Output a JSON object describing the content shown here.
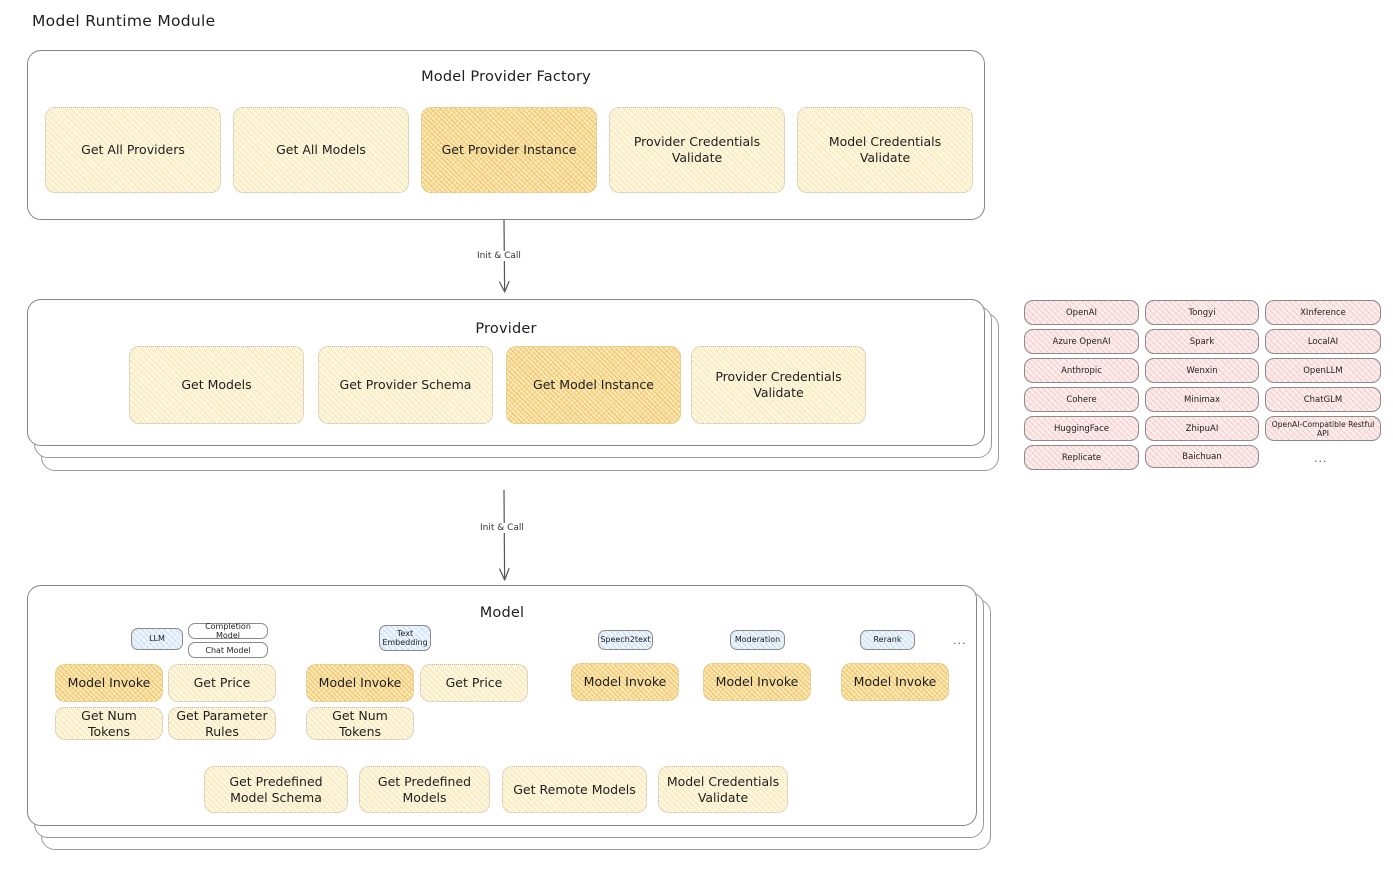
{
  "title": "Model Runtime Module",
  "factory": {
    "title": "Model Provider Factory",
    "boxes": [
      {
        "label": "Get All Providers",
        "highlight": false
      },
      {
        "label": "Get All Models",
        "highlight": false
      },
      {
        "label": "Get Provider Instance",
        "highlight": true
      },
      {
        "label": "Provider Credentials Validate",
        "highlight": false
      },
      {
        "label": "Model Credentials Validate",
        "highlight": false
      }
    ]
  },
  "arrows": [
    {
      "label": "Init & Call",
      "from": "Model Provider Factory",
      "to": "Provider"
    },
    {
      "label": "Init & Call",
      "from": "Provider",
      "to": "Model"
    }
  ],
  "provider": {
    "title": "Provider",
    "boxes": [
      {
        "label": "Get Models",
        "highlight": false
      },
      {
        "label": "Get Provider Schema",
        "highlight": false
      },
      {
        "label": "Get Model Instance",
        "highlight": true
      },
      {
        "label": "Provider Credentials Validate",
        "highlight": false
      }
    ]
  },
  "provider_list": {
    "columns": [
      [
        "OpenAI",
        "Azure OpenAI",
        "Anthropic",
        "Cohere",
        "HuggingFace",
        "Replicate"
      ],
      [
        "Tongyi",
        "Spark",
        "Wenxin",
        "Minimax",
        "ZhipuAI",
        "Baichuan"
      ],
      [
        "XInference",
        "LocalAI",
        "OpenLLM",
        "ChatGLM",
        "OpenAI-Compatible Restful API"
      ]
    ],
    "more": "..."
  },
  "model": {
    "title": "Model",
    "more": "...",
    "types": [
      {
        "name": "LLM",
        "sub": [
          "Completion Model",
          "Chat Model"
        ],
        "ops": [
          {
            "label": "Model Invoke",
            "highlight": true
          },
          {
            "label": "Get Price",
            "highlight": false
          },
          {
            "label": "Get Num Tokens",
            "highlight": false
          },
          {
            "label": "Get Parameter Rules",
            "highlight": false
          }
        ]
      },
      {
        "name": "Text Embedding",
        "sub": [],
        "ops": [
          {
            "label": "Model Invoke",
            "highlight": true
          },
          {
            "label": "Get Price",
            "highlight": false
          },
          {
            "label": "Get Num Tokens",
            "highlight": false
          }
        ]
      },
      {
        "name": "Speech2text",
        "sub": [],
        "ops": [
          {
            "label": "Model Invoke",
            "highlight": true
          }
        ]
      },
      {
        "name": "Moderation",
        "sub": [],
        "ops": [
          {
            "label": "Model Invoke",
            "highlight": true
          }
        ]
      },
      {
        "name": "Rerank",
        "sub": [],
        "ops": [
          {
            "label": "Model Invoke",
            "highlight": true
          }
        ]
      }
    ],
    "common_ops": [
      "Get Predefined Model Schema",
      "Get Predefined Models",
      "Get Remote Models",
      "Model Credentials Validate"
    ]
  },
  "colors": {
    "box_fill": "#fdf6e0",
    "box_fill_highlight": "#fbe9bd",
    "provider_chip_fill": "#fdeeee",
    "model_type_chip_fill": "#eef5fd",
    "stroke": "#868686",
    "text": "#1e1e1e"
  }
}
